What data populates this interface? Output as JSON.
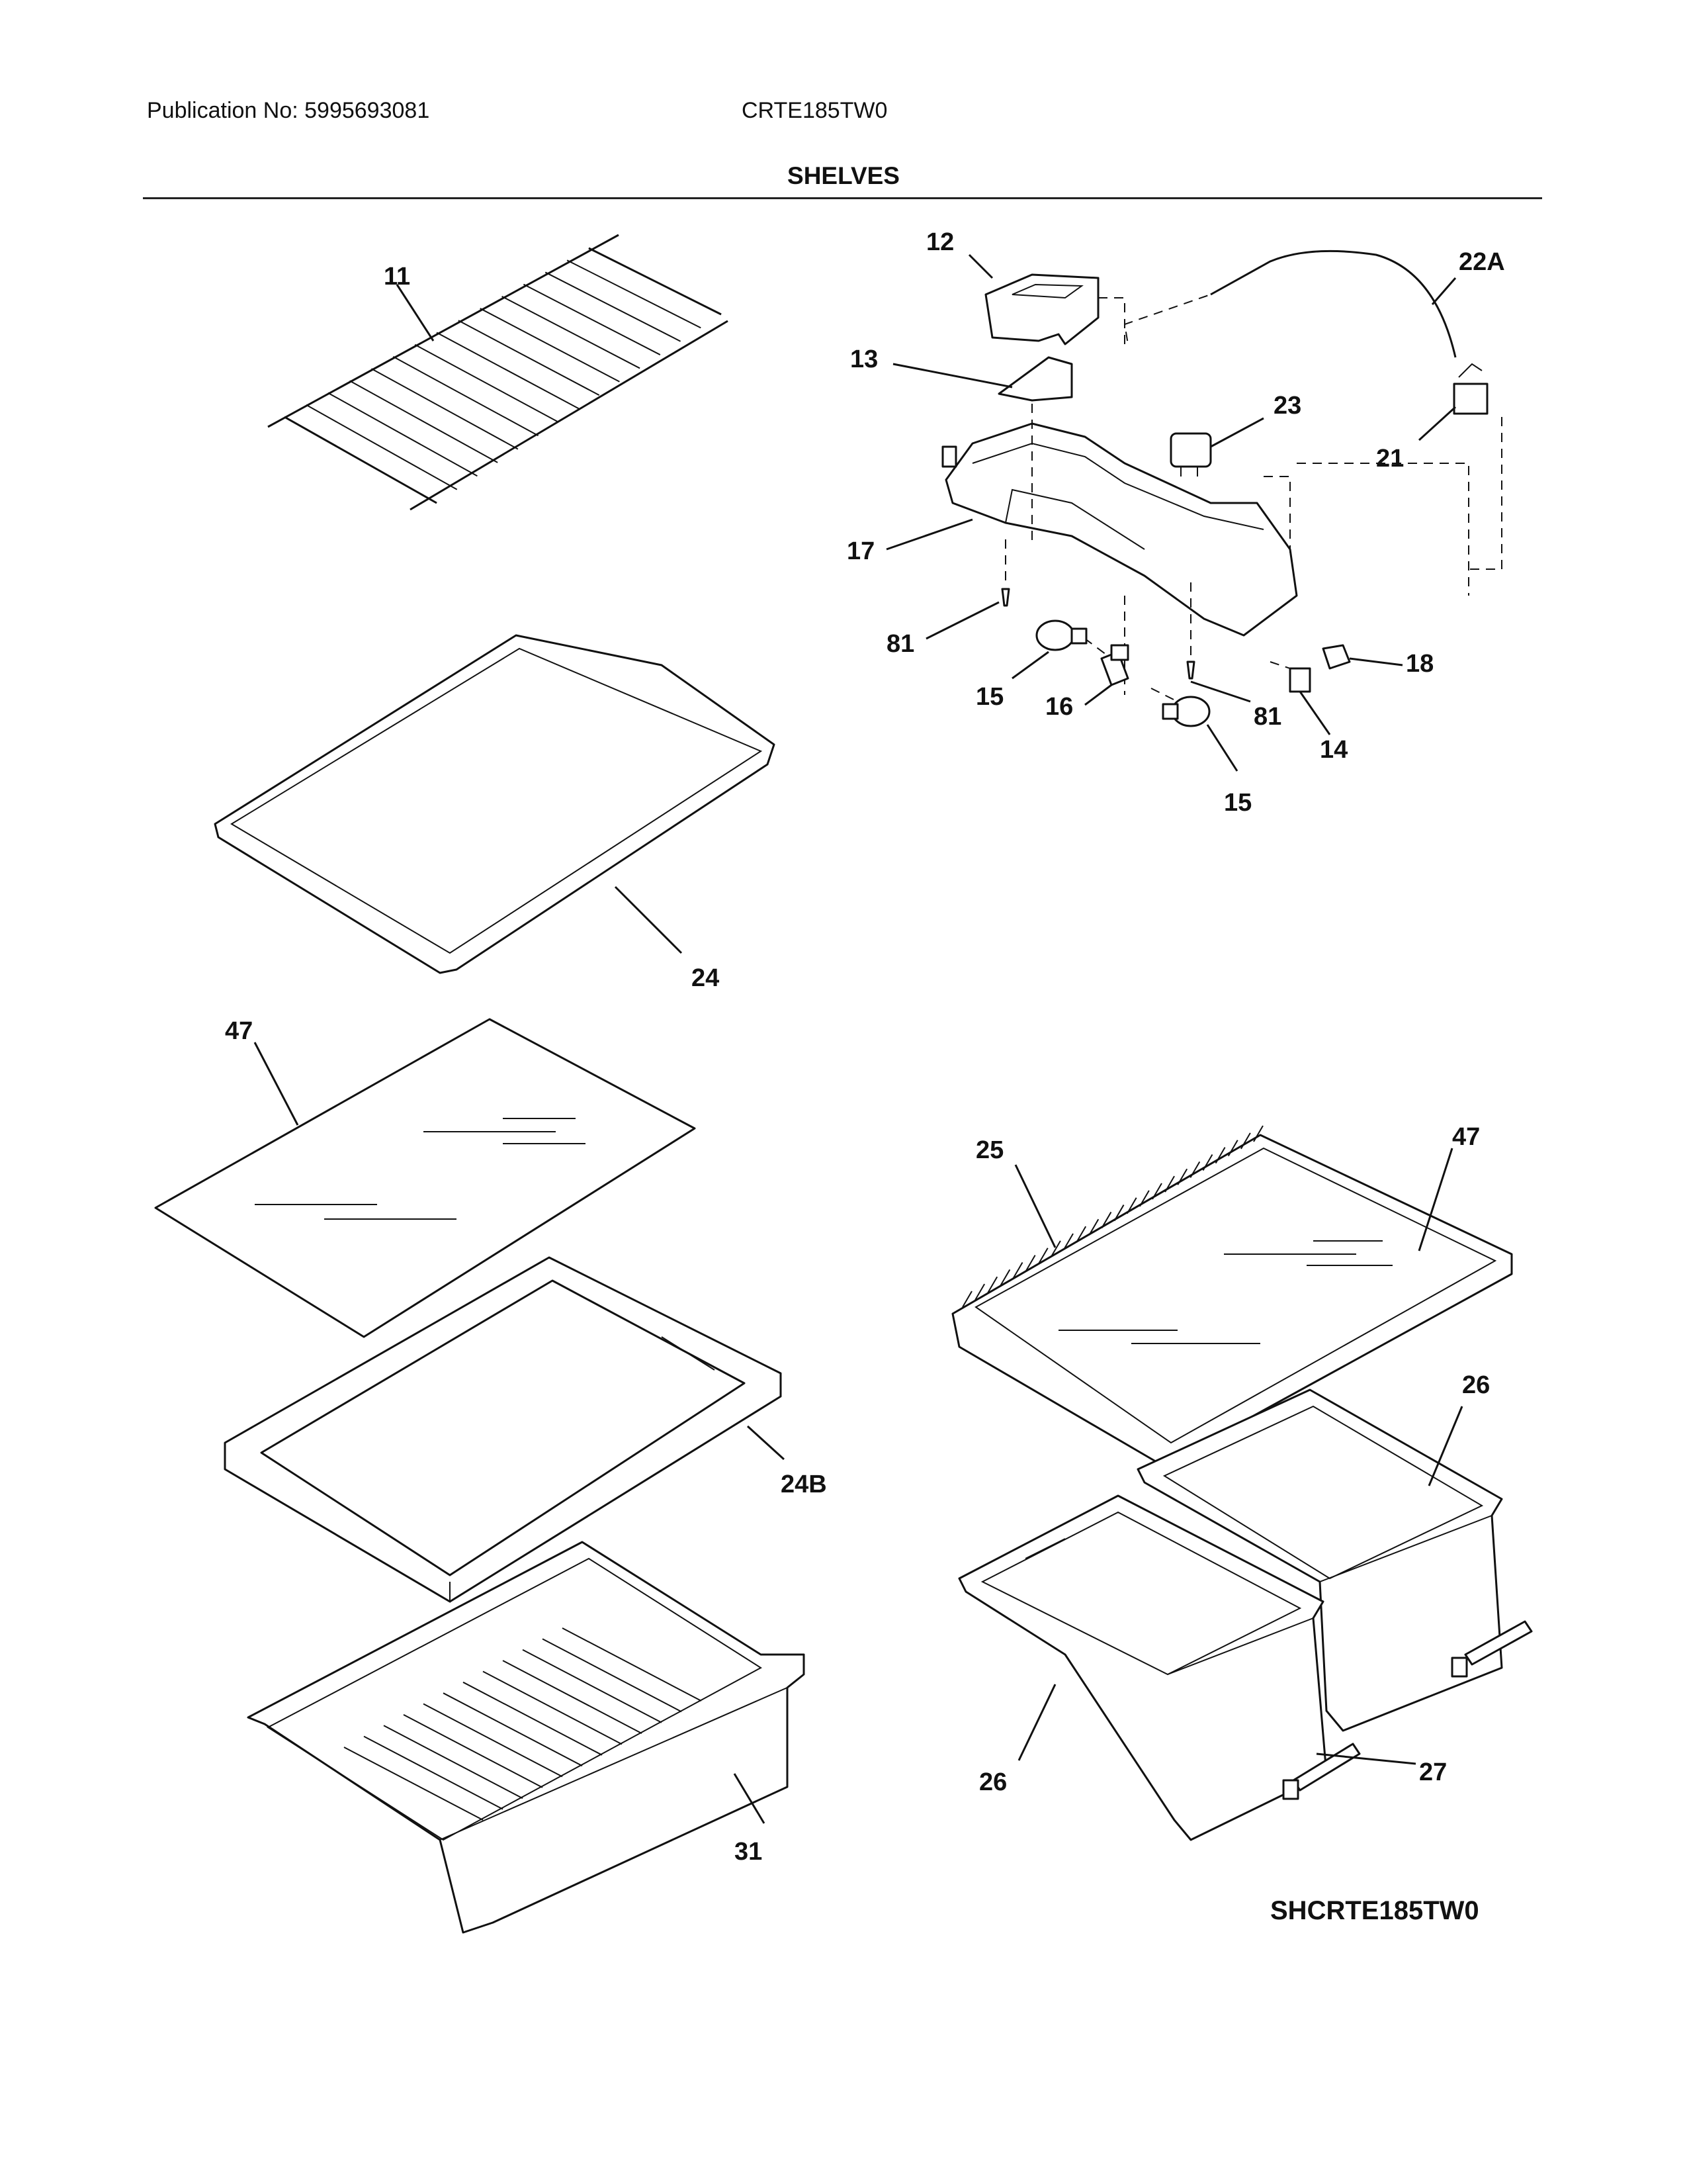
{
  "header": {
    "publication": "Publication No: 5995693081",
    "model": "CRTE185TW0",
    "section_title": "SHELVES"
  },
  "diagram_code": "SHCRTE185TW0",
  "callouts": {
    "c11": "11",
    "c12": "12",
    "c13": "13",
    "c22a": "22A",
    "c23": "23",
    "c21": "21",
    "c17": "17",
    "c81a": "81",
    "c15a": "15",
    "c16": "16",
    "c81b": "81",
    "c18": "18",
    "c14": "14",
    "c15b": "15",
    "c24": "24",
    "c47a": "47",
    "c25": "25",
    "c47b": "47",
    "c26a": "26",
    "c24b": "24B",
    "c26b": "26",
    "c27": "27",
    "c31": "31"
  }
}
